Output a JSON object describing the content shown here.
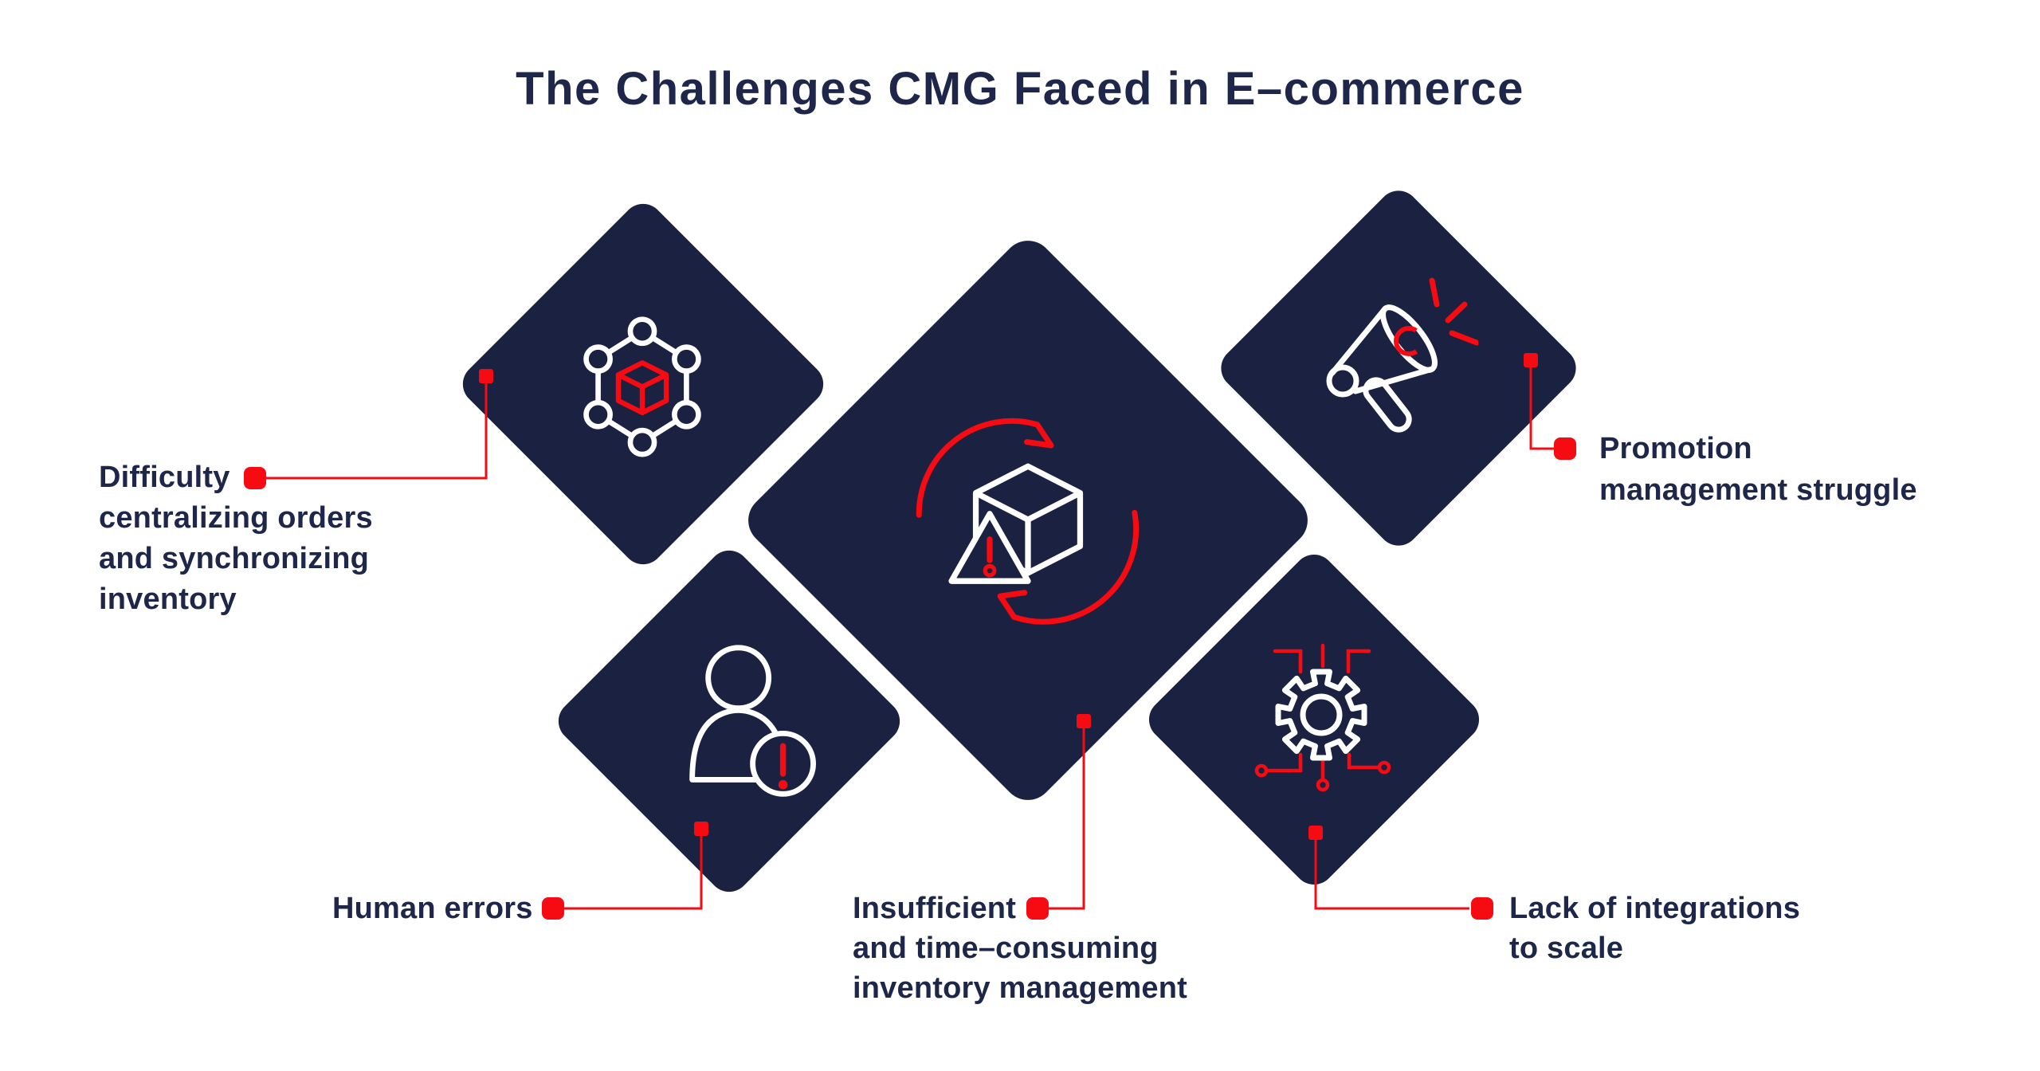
{
  "title": "The Challenges CMG Faced in E–commerce",
  "colors": {
    "navy": "#1b2140",
    "red": "#f60b12",
    "text_navy": "#1e2749",
    "background": "#ffffff",
    "icon_stroke": "#ffffff"
  },
  "challenges": [
    {
      "id": "orders",
      "icon": "network-cube-icon",
      "position": "left",
      "lines": [
        "Difficulty",
        "centralizing orders",
        "and synchronizing",
        "inventory"
      ]
    },
    {
      "id": "inventory",
      "icon": "sync-cube-warning-icon",
      "position": "bottom-center",
      "lines": [
        "Insufficient",
        "and time–consuming",
        "inventory management"
      ]
    },
    {
      "id": "promotion",
      "icon": "megaphone-icon",
      "position": "right",
      "lines": [
        "Promotion",
        "management struggle"
      ]
    },
    {
      "id": "human-errors",
      "icon": "person-error-icon",
      "position": "bottom-left",
      "lines": [
        "Human errors"
      ]
    },
    {
      "id": "integrations",
      "icon": "gear-circuit-icon",
      "position": "bottom-right",
      "lines": [
        "Lack of integrations",
        "to scale"
      ]
    }
  ]
}
